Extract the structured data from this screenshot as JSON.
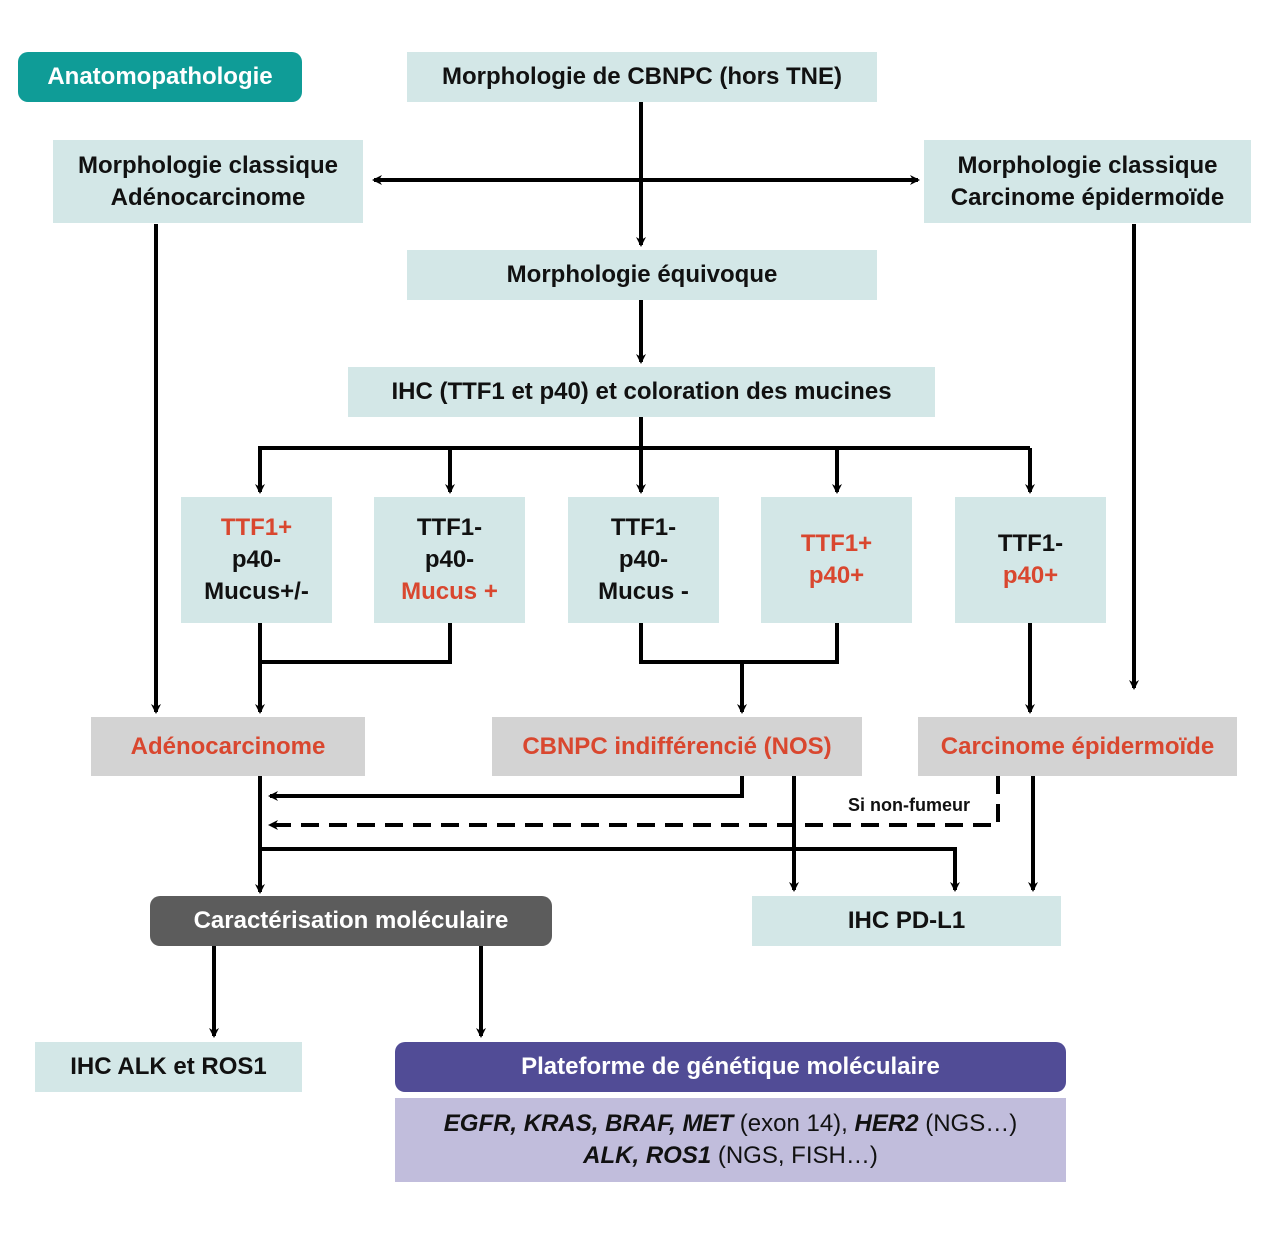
{
  "header": {
    "section_label": "Anatomopathologie"
  },
  "nodes": {
    "start": "Morphologie de CBNPC (hors TNE)",
    "classic_adeno": [
      "Morphologie classique",
      "Adénocarcinome"
    ],
    "classic_epi": [
      "Morphologie classique",
      "Carcinome épidermoïde"
    ],
    "equivocal": "Morphologie équivoque",
    "ihc": "IHC (TTF1 et p40) et coloration des mucines",
    "profiles": [
      {
        "lines": [
          {
            "text": "TTF1+",
            "hl": true
          },
          {
            "text": "p40-",
            "hl": false
          },
          {
            "text": "Mucus+/-",
            "hl": false
          }
        ]
      },
      {
        "lines": [
          {
            "text": "TTF1-",
            "hl": false
          },
          {
            "text": "p40-",
            "hl": false
          },
          {
            "text": "Mucus +",
            "hl": true
          }
        ]
      },
      {
        "lines": [
          {
            "text": "TTF1-",
            "hl": false
          },
          {
            "text": "p40-",
            "hl": false
          },
          {
            "text": "Mucus -",
            "hl": false
          }
        ]
      },
      {
        "lines": [
          {
            "text": "TTF1+",
            "hl": true
          },
          {
            "text": "p40+",
            "hl": true
          }
        ]
      },
      {
        "lines": [
          {
            "text": "TTF1-",
            "hl": false
          },
          {
            "text": "p40+",
            "hl": true
          }
        ]
      }
    ],
    "result_adeno": "Adénocarcinome",
    "result_nos": "CBNPC indifférencié (NOS)",
    "result_epi": "Carcinome épidermoïde",
    "edge_label_nonsmoker": "Si non-fumeur",
    "molecular": "Caractérisation moléculaire",
    "pdl1": "IHC PD-L1",
    "alk_ros1": "IHC ALK et ROS1",
    "platform": "Plateforme de génétique moléculaire",
    "genes_line1": [
      {
        "text": "EGFR, KRAS, BRAF, MET",
        "italic": true
      },
      {
        "text": " (exon 14), ",
        "italic": false
      },
      {
        "text": "HER2",
        "italic": true
      },
      {
        "text": " (NGS…)",
        "italic": false
      }
    ],
    "genes_line2": [
      {
        "text": "ALK, ROS1",
        "italic": true
      },
      {
        "text": " (NGS, FISH…)",
        "italic": false
      }
    ]
  },
  "colors": {
    "highlight": "#d9472f",
    "teal": "#0f9c97",
    "light_blue": "#d3e7e7",
    "gray": "#d3d3d3",
    "dark": "#5c5c5c",
    "purple": "#514c96",
    "lavender": "#c1bddc"
  }
}
